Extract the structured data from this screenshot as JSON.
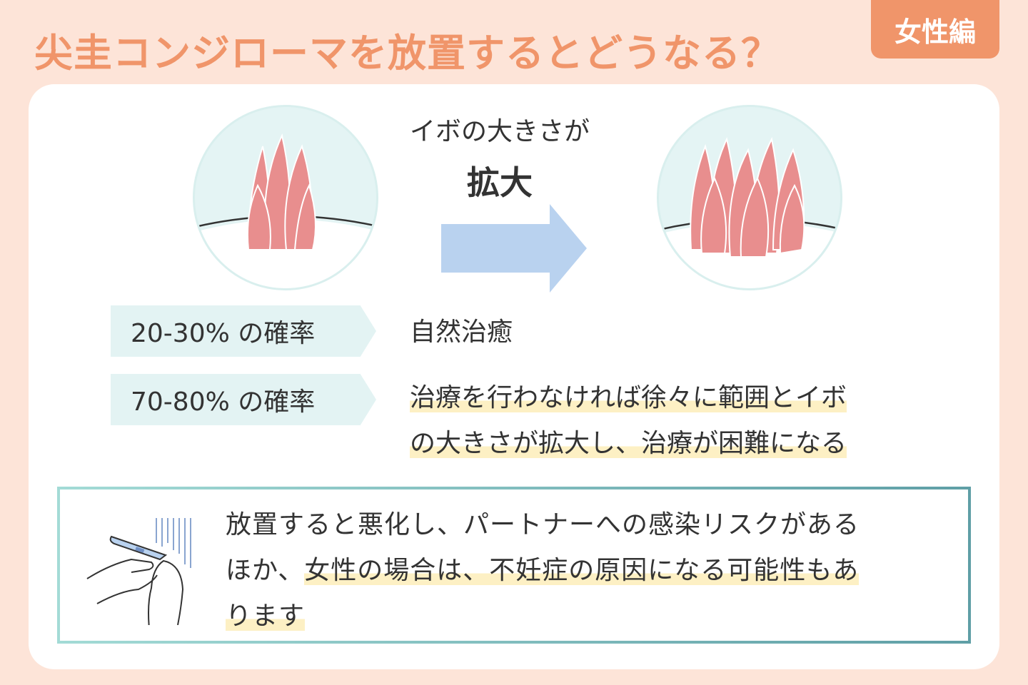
{
  "header": {
    "title": "尖圭コンジローマを放置するとどうなる？",
    "badge": "女性編"
  },
  "diagram": {
    "caption_line1": "イボの大きさが",
    "caption_line2": "拡大"
  },
  "outcomes": [
    {
      "probability": "20-30% の確率",
      "description": "自然治癒"
    },
    {
      "probability": "70-80% の確率",
      "description_line1": "治療を行わなければ徐々に範囲とイボ",
      "description_line2": "の大きさが拡大し、治療が困難になる"
    }
  ],
  "note": {
    "text_part1": "放置すると悪化し、パートナーへの感染リスクがある",
    "text_part2": "ほか、",
    "text_highlight1": "女性の場合は、不妊症の原因になる可能性もあ",
    "text_highlight2": "ります"
  },
  "colors": {
    "accent": "#f0956a",
    "background": "#fde4d8",
    "wart": "#e88e8e",
    "arrow": "#b9d2ef",
    "highlight": "#fdf0c4"
  }
}
